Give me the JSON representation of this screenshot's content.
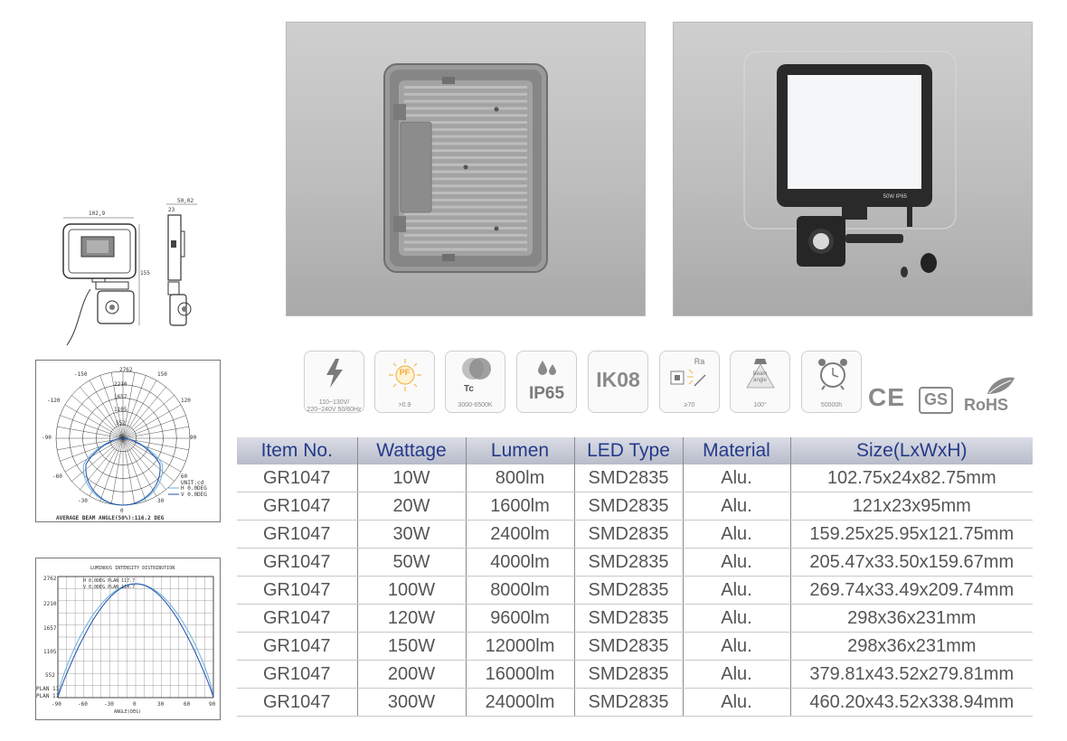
{
  "dimension_drawing": {
    "width_label": "102,9",
    "depth_label": "50,02",
    "small_label": "23",
    "height_label": "155"
  },
  "polar_chart": {
    "ring_labels": [
      "2762",
      "2210",
      "1657",
      "1105",
      "552",
      "0"
    ],
    "angle_labels": {
      "a_minus150": "-150",
      "a_150": "150",
      "a_minus120": "-120",
      "a_120": "120",
      "a_minus90": "-90",
      "a_90": "90",
      "a_minus60": "-60",
      "a_60": "60",
      "a_minus30": "-30",
      "a_30": "30",
      "a_0": "0"
    },
    "unit": "UNIT:cd",
    "legend_h": "H 0.0DEG",
    "legend_v": "V 0.0DEG",
    "footer": "AVERAGE BEAM ANGLE(50%):116.2 DEG",
    "colors": {
      "h": "#6ab0d9",
      "v": "#1f4fa8"
    }
  },
  "cartesian_chart": {
    "title": "LUMINOUS INTENSITY DISTRIBUTION",
    "legend_h": "H 0.0DEG PLAN 117.7",
    "legend_v": "V 0.0DEG PLAN 114.7",
    "y_ticks": [
      "2762",
      "2210",
      "1657",
      "1105",
      "552"
    ],
    "x_ticks": [
      "-90",
      "-60",
      "-30",
      "0",
      "30",
      "60",
      "90"
    ],
    "left_labels": [
      "PLAN 11",
      "PLAN 11"
    ],
    "x_label": "ANGLE(DEG)"
  },
  "features": [
    {
      "id": "voltage",
      "icon": "lightning-icon",
      "caption_line1": "110~130V/",
      "caption_line2": "220~240V 50/60Hz"
    },
    {
      "id": "pf",
      "icon": "sun-icon",
      "text": "PF",
      "caption_line1": ">0.9",
      "caption_line2": ""
    },
    {
      "id": "tc",
      "icon": "color-temp-icon",
      "text": "Tc",
      "caption_line1": "3000-6500K",
      "caption_line2": ""
    },
    {
      "id": "ip",
      "icon": "water-drop-icon",
      "text": "IP65",
      "caption_line1": "",
      "caption_line2": ""
    },
    {
      "id": "ik",
      "icon": "ik-icon",
      "text": "IK08",
      "caption_line1": "",
      "caption_line2": ""
    },
    {
      "id": "ra",
      "icon": "ra-icon",
      "text": "Ra",
      "caption_line1": "≥70",
      "caption_line2": ""
    },
    {
      "id": "beam",
      "icon": "beam-angle-icon",
      "text_line1": "Beam",
      "text_line2": "angle",
      "caption_line1": "100°",
      "caption_line2": ""
    },
    {
      "id": "life",
      "icon": "alarm-clock-icon",
      "caption_line1": "50000h",
      "caption_line2": ""
    }
  ],
  "certifications": {
    "ce": "CE",
    "gs": "GS",
    "rohs": "RoHS"
  },
  "front_photo_label": "50W IP65",
  "table": {
    "headers": [
      "Item No.",
      "Wattage",
      "Lumen",
      "LED Type",
      "Material",
      "Size(LxWxH)"
    ],
    "rows": [
      [
        "GR1047",
        "10W",
        "800lm",
        "SMD2835",
        "Alu.",
        "102.75x24x82.75mm"
      ],
      [
        "GR1047",
        "20W",
        "1600lm",
        "SMD2835",
        "Alu.",
        "121x23x95mm"
      ],
      [
        "GR1047",
        "30W",
        "2400lm",
        "SMD2835",
        "Alu.",
        "159.25x25.95x121.75mm"
      ],
      [
        "GR1047",
        "50W",
        "4000lm",
        "SMD2835",
        "Alu.",
        "205.47x33.50x159.67mm"
      ],
      [
        "GR1047",
        "100W",
        "8000lm",
        "SMD2835",
        "Alu.",
        "269.74x33.49x209.74mm"
      ],
      [
        "GR1047",
        "120W",
        "9600lm",
        "SMD2835",
        "Alu.",
        "298x36x231mm"
      ],
      [
        "GR1047",
        "150W",
        "12000lm",
        "SMD2835",
        "Alu.",
        "298x36x231mm"
      ],
      [
        "GR1047",
        "200W",
        "16000lm",
        "SMD2835",
        "Alu.",
        "379.81x43.52x279.81mm"
      ],
      [
        "GR1047",
        "300W",
        "24000lm",
        "SMD2835",
        "Alu.",
        "460.20x43.52x338.94mm"
      ]
    ]
  }
}
